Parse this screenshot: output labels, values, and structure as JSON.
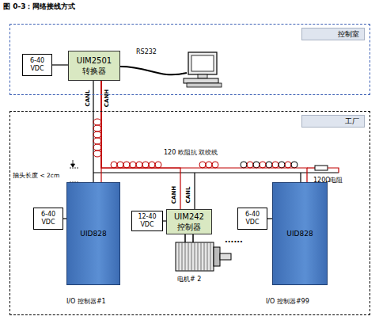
{
  "diagram": {
    "title": "图 0-3：网络接线方式",
    "nodes": [
      {
        "text": [
          "控制室"
        ]
      },
      {
        "text": [
          "6-40 VDC"
        ],
        "in": 0
      },
      {
        "text": [
          "UIM2501",
          "转换器"
        ],
        "in": 0
      },
      {
        "text": [
          "工厂"
        ]
      },
      {
        "text": [
          "6-40 VDC"
        ],
        "in": 3
      },
      {
        "text": [
          "UID828"
        ],
        "in": 3
      },
      {
        "text": [
          "12-40 VDC"
        ],
        "in": 3
      },
      {
        "text": [
          "UIM242",
          "控制器"
        ],
        "in": 3
      },
      {
        "text": [
          "6-40 VDC"
        ],
        "in": 3
      },
      {
        "text": [
          "UID828"
        ],
        "in": 3
      }
    ],
    "edges": [
      {
        "from": 1,
        "to": 2,
        "arrow": "none"
      },
      {
        "from": 4,
        "to": 5,
        "arrow": "none"
      },
      {
        "from": 6,
        "to": 7,
        "arrow": "none"
      },
      {
        "from": 8,
        "to": 9,
        "arrow": "none"
      },
      {
        "from": 2,
        "to": 5,
        "arrow": "none"
      },
      {
        "from": 2,
        "to": 7,
        "arrow": "none"
      },
      {
        "from": 2,
        "to": 9,
        "arrow": "none"
      }
    ],
    "labels": [
      "RS232",
      "CANL",
      "CANH",
      "120 欧阻抗  双绞线",
      "抽头长度 < 2cm",
      "CANH",
      "CANL",
      "120Ω电阻",
      "电机# 2",
      "......",
      "I/O  控制器#1",
      "I/O 控制器#99"
    ]
  }
}
